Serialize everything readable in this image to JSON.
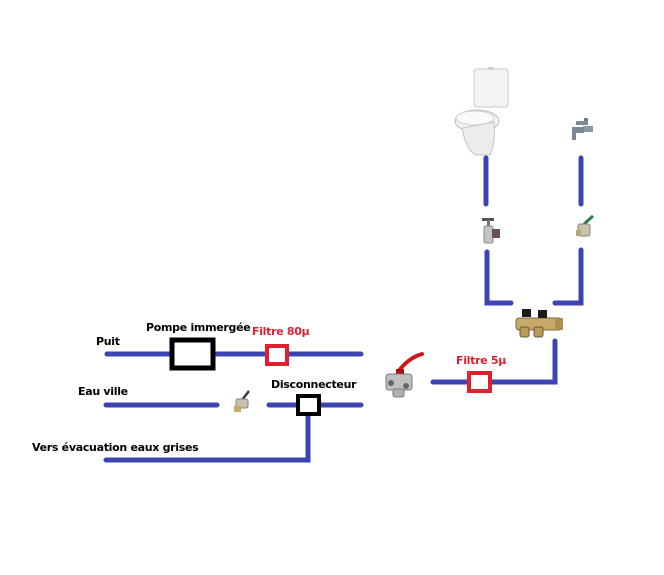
{
  "title": "Schéma d'alimentation eau de pluie / eau ville",
  "colors": {
    "pipe": "#3b44b0",
    "filter": "#e0202e",
    "box": "#000000",
    "valve_handle_red": "#d01818",
    "valve_handle_green": "#2e7d4a",
    "brass": "#c9a96a",
    "chrome": "#b8bcc0"
  },
  "labels": {
    "puit": "Puit",
    "pompe": "Pompe immergée",
    "filtre80": "Filtre 80µ",
    "eau_ville": "Eau ville",
    "disconnecteur": "Disconnecteur",
    "evacuation": "Vers évacuation eaux grises",
    "filtre5": "Filtre 5µ"
  },
  "components": [
    {
      "id": "toilet",
      "icon": "toilet-icon"
    },
    {
      "id": "tap",
      "icon": "tap-icon"
    },
    {
      "id": "stop-valve-toilet",
      "icon": "angle-valve-icon"
    },
    {
      "id": "ball-valve-tap",
      "icon": "ball-valve-icon"
    },
    {
      "id": "manifold",
      "icon": "manifold-valve-icon"
    },
    {
      "id": "three-way-valve",
      "icon": "three-way-valve-icon"
    },
    {
      "id": "ball-valve-city",
      "icon": "ball-valve-icon"
    },
    {
      "id": "pump",
      "icon": "pump-box"
    },
    {
      "id": "filter-80",
      "icon": "filter-box"
    },
    {
      "id": "disconnector",
      "icon": "disconnector-box"
    },
    {
      "id": "filter-5",
      "icon": "filter-box"
    }
  ]
}
